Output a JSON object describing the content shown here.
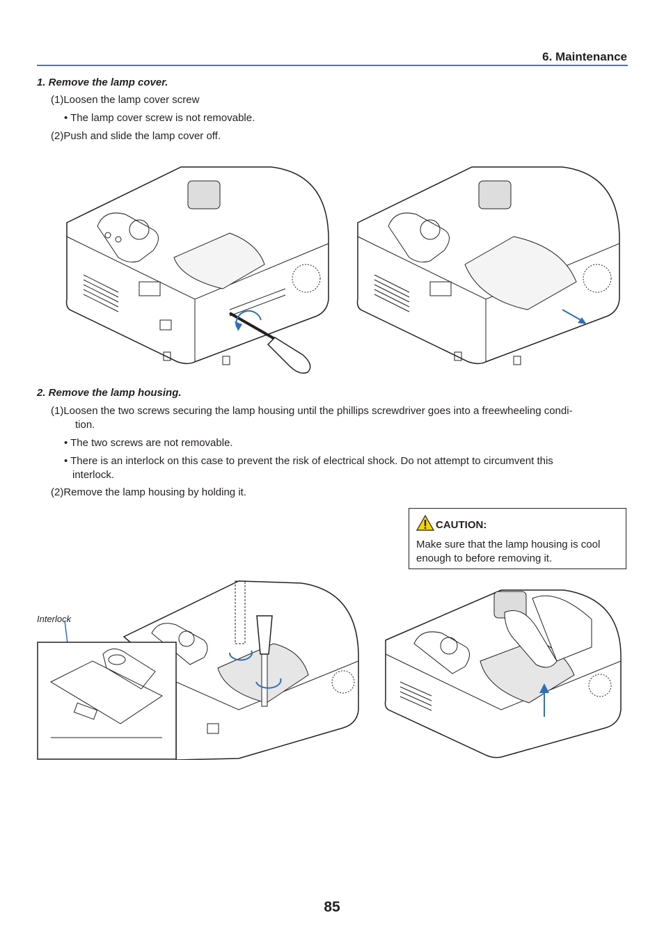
{
  "header": {
    "section": "6. Maintenance"
  },
  "step1": {
    "title": "1.  Remove the lamp cover.",
    "sub1": "(1)Loosen the lamp cover screw",
    "bullet1": "• The lamp cover screw is not removable.",
    "sub2": "(2)Push and slide the lamp cover off."
  },
  "step2": {
    "title": "2.  Remove the lamp housing.",
    "sub1_line1": "(1)Loosen the two screws securing the lamp housing until the phillips screwdriver goes into a freewheeling condi-",
    "sub1_line2": "tion.",
    "bullet1": "• The two screws are not removable.",
    "bullet2_line1": "• There is an interlock on this case to prevent the risk of electrical shock. Do not attempt to circumvent this",
    "bullet2_line2": "interlock.",
    "sub2": "(2)Remove the lamp housing by holding it."
  },
  "caution": {
    "heading": "CAUTION:",
    "body": "Make sure that the lamp housing is cool enough to before removing it."
  },
  "figure_labels": {
    "interlock": "Interlock"
  },
  "page_number": "85",
  "colors": {
    "rule": "#3b78c2",
    "arrow": "#2e6fb6",
    "warning": "#f5d400"
  }
}
